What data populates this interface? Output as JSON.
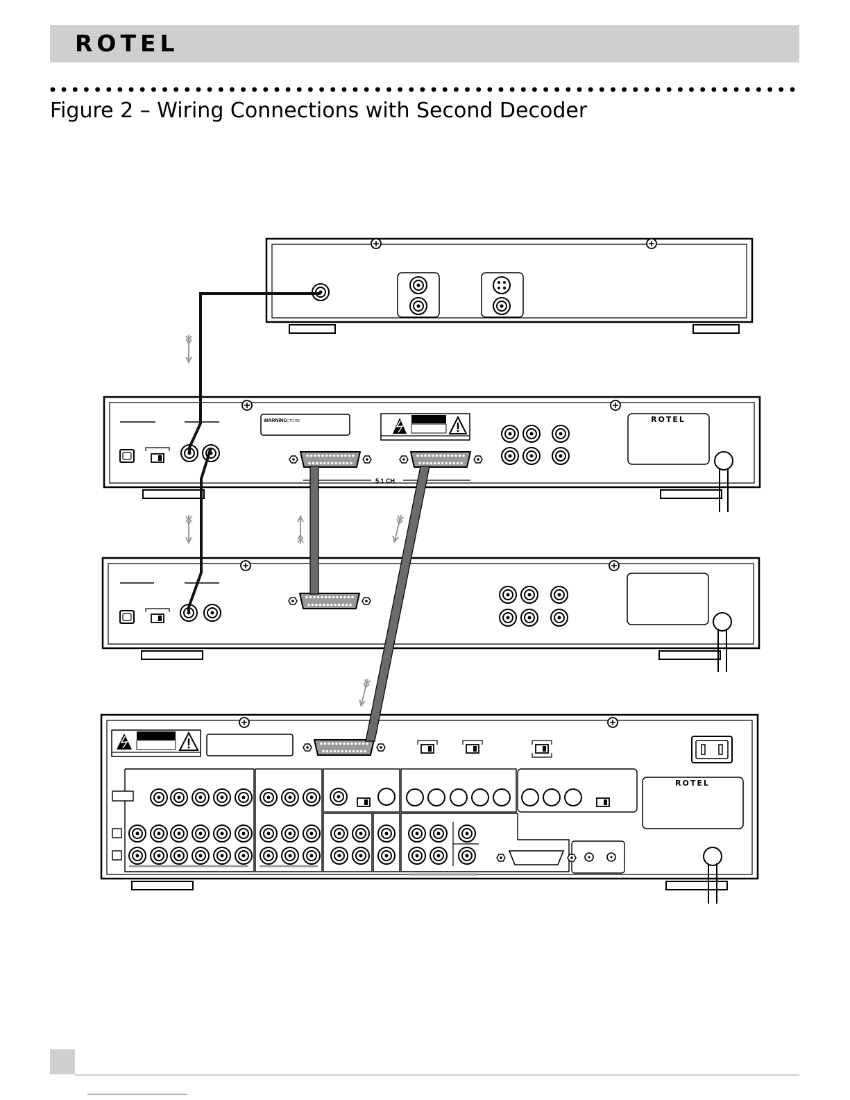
{
  "header": {
    "brand": "ROTEL",
    "figure_title": "Figure 2 – Wiring Connections with Second Decoder"
  },
  "diagram": {
    "warning_label": "WARNING:",
    "warning_label_small": "TO RE",
    "bus_label": "5.1 CH",
    "brand_plate": "ROTEL"
  },
  "colors": {
    "header_bg": "#cfcfcf",
    "line": "#000000",
    "cable_dark": "#111111",
    "cable_gray": "#6b6b6b",
    "arrow_gray": "#9a9a9a"
  }
}
